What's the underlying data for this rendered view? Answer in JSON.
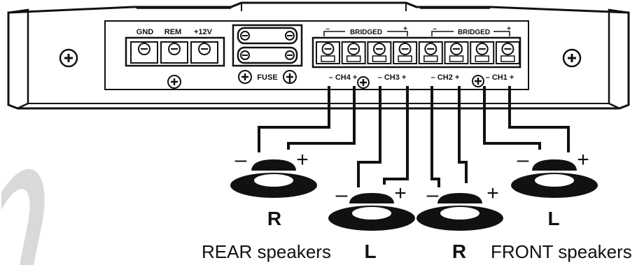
{
  "amplifier": {
    "power_terminals": [
      "GND",
      "REM",
      "+12V"
    ],
    "fuse_label": "FUSE",
    "bridged_label": "BRIDGED",
    "bridged_minus": "–",
    "bridged_plus": "+",
    "channels": [
      {
        "label": "– CH4 +"
      },
      {
        "label": "– CH3 +"
      },
      {
        "label": "– CH2 +"
      },
      {
        "label": "– CH1 +"
      }
    ]
  },
  "speakers": [
    {
      "side": "R",
      "minus": "–",
      "plus": "+"
    },
    {
      "side": "L",
      "minus": "–",
      "plus": "+"
    },
    {
      "side": "R",
      "minus": "–",
      "plus": "+"
    },
    {
      "side": "L",
      "minus": "–",
      "plus": "+"
    }
  ],
  "captions": {
    "rear": "REAR speakers",
    "front": "FRONT speakers"
  },
  "colors": {
    "ink": "#111111",
    "watermark": "#d9d9d9"
  }
}
